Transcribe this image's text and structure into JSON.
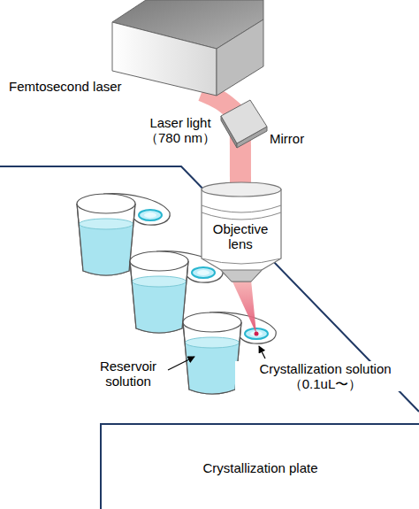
{
  "diagram": {
    "nodes": [
      {
        "text": [
          "Femtosecond laser"
        ]
      },
      {
        "text": [
          "Mirror"
        ]
      },
      {
        "text": [
          "Objective lens"
        ]
      },
      {
        "text": [
          "Crystallization plate"
        ]
      }
    ],
    "edges": [
      {
        "from": 0,
        "to": 1,
        "arrow": "none"
      },
      {
        "from": 1,
        "to": 2,
        "arrow": "none"
      }
    ],
    "labels": [
      "Laser light （780 nm）",
      "Reservoir solution",
      "Crystallization solution （0.1uL〜）"
    ]
  }
}
